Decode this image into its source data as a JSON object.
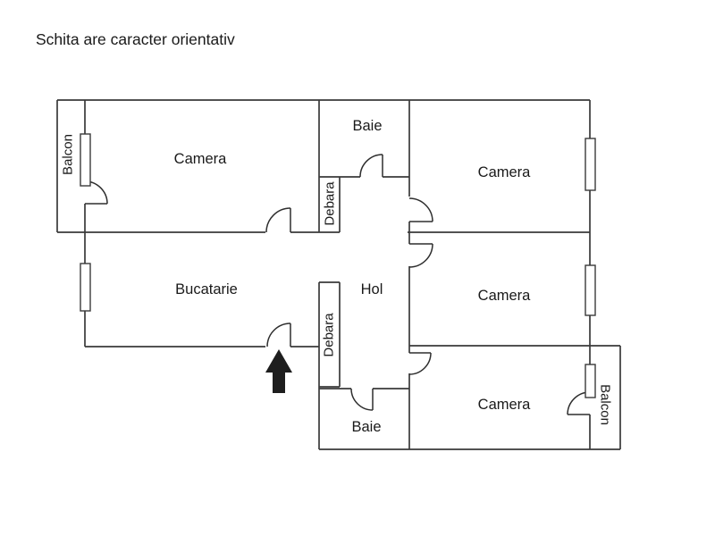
{
  "title": "Schita are caracter orientativ",
  "colors": {
    "background": "#ffffff",
    "wall_line": "#3a3a3a",
    "door_line": "#2e2e2e",
    "text": "#1a1a1a",
    "arrow": "#1e1e1e"
  },
  "rooms": {
    "camera_top_left": "Camera",
    "baie_top": "Baie",
    "camera_top_right": "Camera",
    "balcon_top_left": "Balcon",
    "debara_top": "Debara",
    "bucatarie": "Bucatarie",
    "hol": "Hol",
    "camera_middle_right": "Camera",
    "debara_bottom": "Debara",
    "baie_bottom": "Baie",
    "camera_bottom_right": "Camera",
    "balcon_bottom_right": "Balcon"
  },
  "icons": {
    "entrance_arrow": "arrow-up-entrance"
  }
}
